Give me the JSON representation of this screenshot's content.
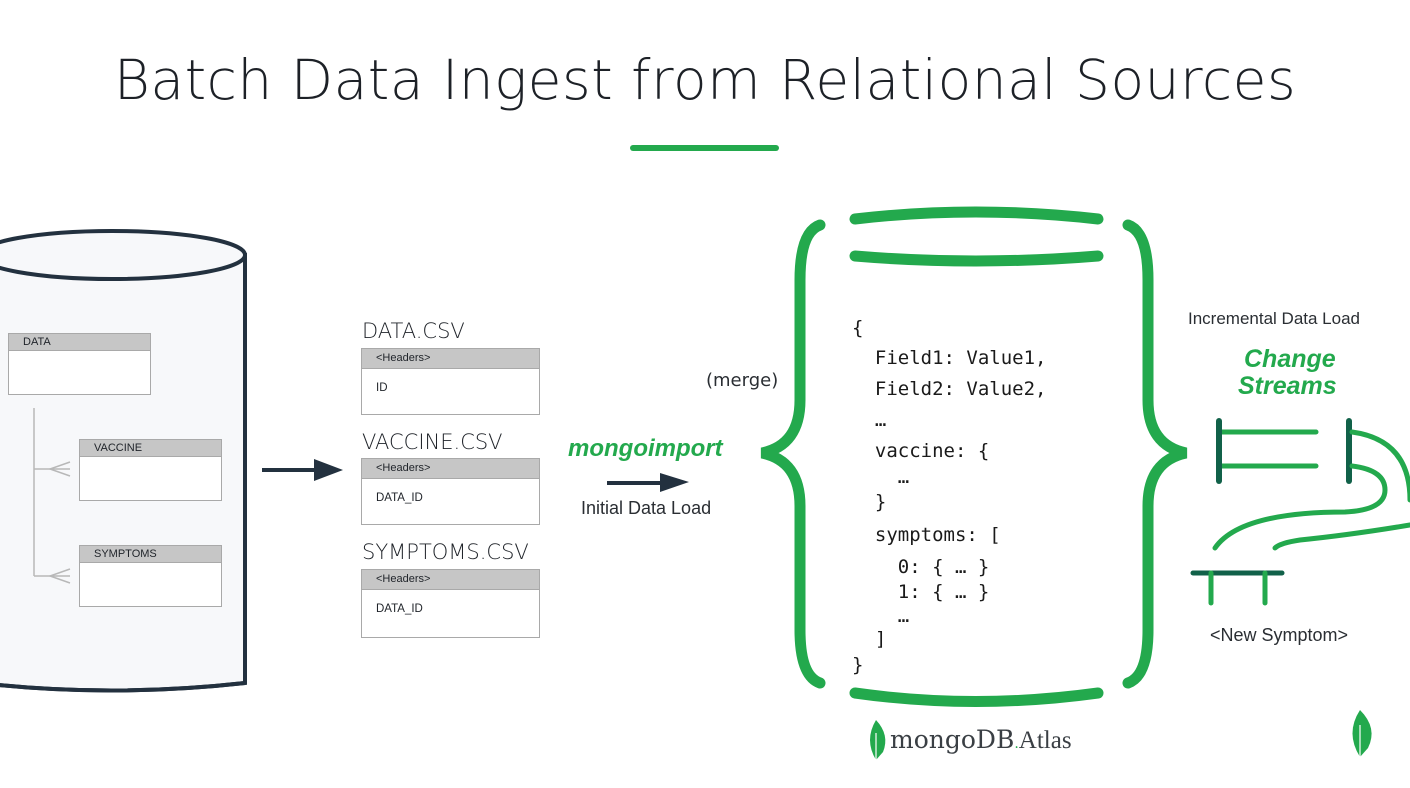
{
  "title": "Batch Data Ingest from Relational Sources",
  "colors": {
    "green": "#23a94d",
    "dark_green": "#116149",
    "navy": "#23313f",
    "gray": "#c6c6c6"
  },
  "relational_db": {
    "tables": [
      {
        "name": "DATA"
      },
      {
        "name": "VACCINE"
      },
      {
        "name": "SYMPTOMS"
      }
    ]
  },
  "csv_files": [
    {
      "name": "DATA.CSV",
      "header": "<Headers>",
      "field": "ID"
    },
    {
      "name": "VACCINE.CSV",
      "header": "<Headers>",
      "field": "DATA_ID"
    },
    {
      "name": "SYMPTOMS.CSV",
      "header": "<Headers>",
      "field": "DATA_ID"
    }
  ],
  "import": {
    "tool": "mongoimport",
    "label": "Initial Data Load"
  },
  "merge_label": "(merge)",
  "document_lines": [
    "{",
    "  Field1: Value1,",
    "  Field2: Value2,",
    "  …",
    "  vaccine: {",
    "    …",
    "  }",
    "  symptoms: [",
    "    0: { … }",
    "    1: { … }",
    "    …",
    "  ]",
    "}"
  ],
  "incremental": {
    "label": "Incremental Data Load",
    "title_line1": "Change",
    "title_line2": "Streams",
    "new_item": "<New Symptom>"
  },
  "brand": {
    "name": "mongoDB",
    "product": "Atlas",
    "dot": "."
  }
}
